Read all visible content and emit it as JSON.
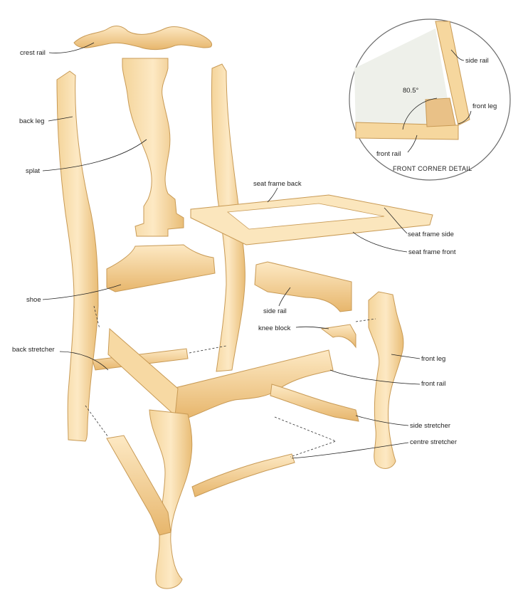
{
  "labels": {
    "crest_rail": "crest rail",
    "back_leg": "back leg",
    "splat": "splat",
    "shoe": "shoe",
    "back_stretcher": "back stretcher",
    "seat_frame_back": "seat frame back",
    "seat_frame_side": "seat frame side",
    "seat_frame_front": "seat frame front",
    "side_rail": "side rail",
    "knee_block": "knee block",
    "front_leg": "front leg",
    "front_rail": "front rail",
    "side_stretcher": "side stretcher",
    "centre_stretcher": "centre stretcher"
  },
  "detail": {
    "title": "FRONT CORNER DETAIL",
    "angle": "80.5°",
    "side_rail": "side rail",
    "front_leg": "front leg",
    "front_rail": "front rail"
  },
  "colors": {
    "wood_light": "#fbe6bd",
    "wood_mid": "#f3cf8f",
    "wood_dark": "#d9a65c",
    "outline": "#c89a55"
  }
}
